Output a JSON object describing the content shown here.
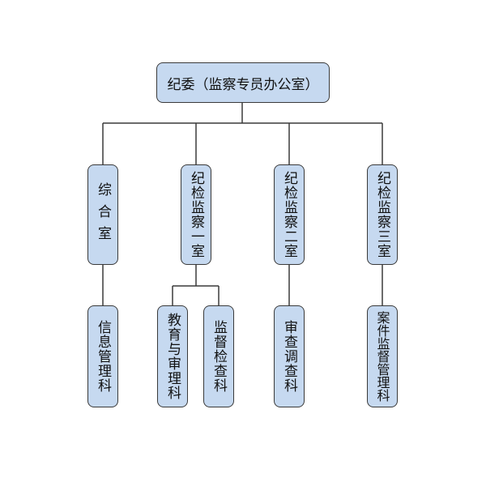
{
  "root": {
    "label": "纪委（监察专员办公室）"
  },
  "departments": [
    {
      "label": "综合室"
    },
    {
      "label": "纪检监察一室"
    },
    {
      "label": "纪检监察二室"
    },
    {
      "label": "纪检监察三室"
    }
  ],
  "sections": [
    {
      "label": "信息管理科",
      "parent": "综合室"
    },
    {
      "label": "教育与审理科",
      "parent": "纪检监察一室"
    },
    {
      "label": "监督检查科",
      "parent": "纪检监察一室"
    },
    {
      "label": "审查调查科",
      "parent": "纪检监察二室"
    },
    {
      "label": "案件监督管理科",
      "parent": "纪检监察三室"
    }
  ],
  "colors": {
    "box_fill": "#c6d9f0",
    "line": "#3a3a3a"
  }
}
